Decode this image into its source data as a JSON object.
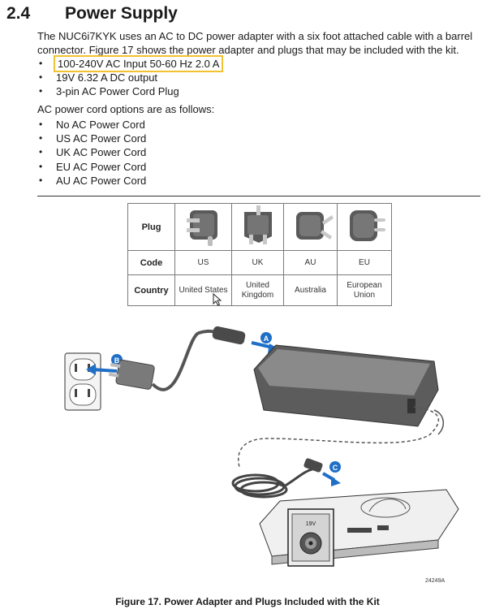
{
  "section": {
    "number": "2.4",
    "title": "Power Supply"
  },
  "intro": "The NUC6i7KYK uses an AC to DC power adapter with a six foot attached cable with a barrel connector.  Figure 17 shows the power adapter and plugs that may be included with the kit.",
  "specs": [
    "100-240V AC Input 50-60 Hz 2.0 A",
    "19V 6.32 A DC output",
    "3-pin AC Power Cord Plug"
  ],
  "cord_heading": "AC power cord options are as follows:",
  "cord_options": [
    "No AC Power Cord",
    "US AC Power Cord",
    "UK AC Power Cord",
    "EU AC Power Cord",
    "AU AC Power Cord"
  ],
  "plug_table": {
    "row_headers": [
      "Plug",
      "Code",
      "Country"
    ],
    "codes": [
      "US",
      "UK",
      "AU",
      "EU"
    ],
    "countries": [
      {
        "line1": "United States",
        "line2": ""
      },
      {
        "line1": "United",
        "line2": "Kingdom"
      },
      {
        "line1": "Australia",
        "line2": ""
      },
      {
        "line1": "European",
        "line2": "Union"
      }
    ]
  },
  "figure": {
    "callouts": [
      "A",
      "B",
      "C"
    ],
    "port_label": "19V",
    "id": "24249A",
    "caption": "Figure 17.  Power Adapter and Plugs Included with the Kit"
  }
}
